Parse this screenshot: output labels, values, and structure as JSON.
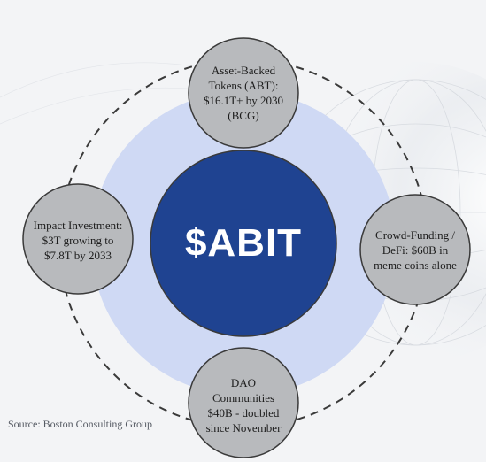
{
  "center": {
    "label": "$ABIT"
  },
  "nodes": {
    "top": {
      "text": "Asset-Backed Tokens (ABT): $16.1T+ by 2030 (BCG)"
    },
    "right": {
      "text": "Crowd-Funding / DeFi: $60B in meme coins alone"
    },
    "bottom": {
      "text": "DAO Communities $40B - doubled since November"
    },
    "left": {
      "text": "Impact Investment: $3T growing to $7.8T by 2033"
    }
  },
  "source": "Source: Boston Consulting Group",
  "colors": {
    "center_fill": "#1f4391",
    "ring_fill": "#cfd9f4",
    "node_fill": "#b8babd",
    "node_stroke": "#3a3a3a",
    "dashed_ring": "#3a3a3a",
    "background": "#f3f4f6"
  }
}
